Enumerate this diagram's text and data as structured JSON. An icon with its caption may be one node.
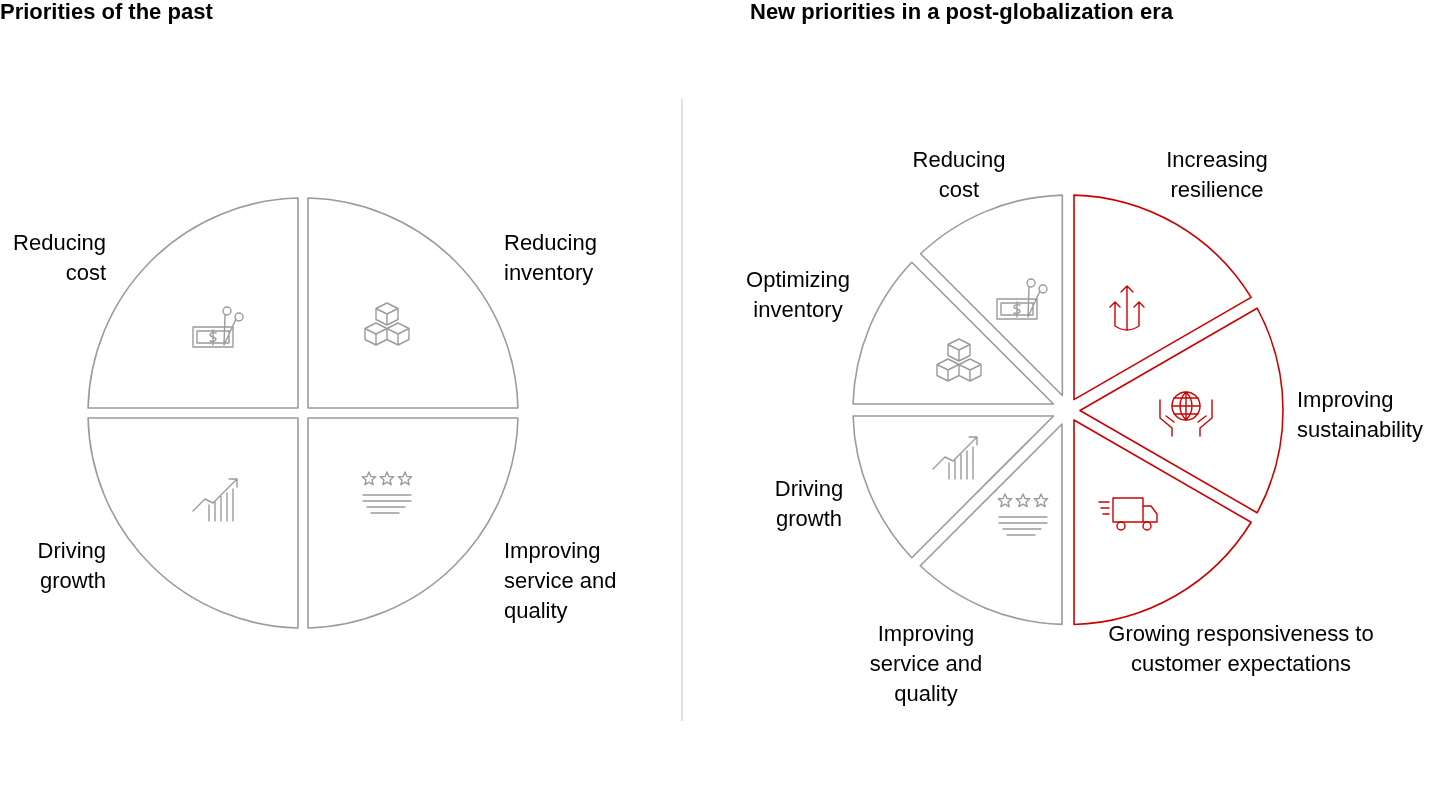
{
  "diagram": {
    "nodes": [
      {
        "text": [
          "Reducing cost"
        ]
      },
      {
        "text": [
          "Reducing inventory"
        ]
      },
      {
        "text": [
          "Driving growth"
        ]
      },
      {
        "text": [
          "Improving service and quality"
        ]
      },
      {
        "text": [
          "Reducing cost"
        ]
      },
      {
        "text": [
          "Increasing resilience"
        ]
      },
      {
        "text": [
          "Optimizing inventory"
        ]
      },
      {
        "text": [
          "Improving sustainability"
        ]
      },
      {
        "text": [
          "Driving growth"
        ]
      },
      {
        "text": [
          "Improving service and quality"
        ]
      },
      {
        "text": [
          "Growing responsiveness to customer expectations"
        ]
      }
    ],
    "labels": [
      "Priorities of the past",
      "New priorities in a post-globalization era"
    ]
  }
}
